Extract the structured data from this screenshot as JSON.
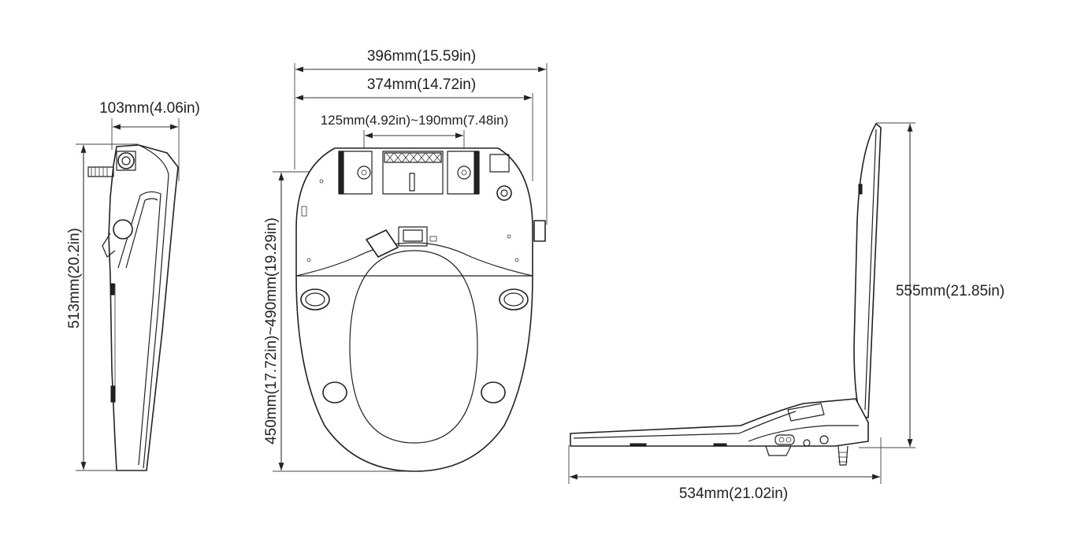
{
  "side_view": {
    "width_label": "103mm(4.06in)",
    "height_label": "513mm(20.2in)"
  },
  "top_view": {
    "overall_width_label": "396mm(15.59in)",
    "body_width_label": "374mm(14.72in)",
    "mount_spacing_label": "125mm(4.92in)~190mm(7.48in)",
    "length_label": "450mm(17.72in)~490mm(19.29in)"
  },
  "profile_view": {
    "open_height_label": "555mm(21.85in)",
    "length_label": "534mm(21.02in)"
  },
  "colors": {
    "line": "#222222",
    "background": "#ffffff"
  }
}
